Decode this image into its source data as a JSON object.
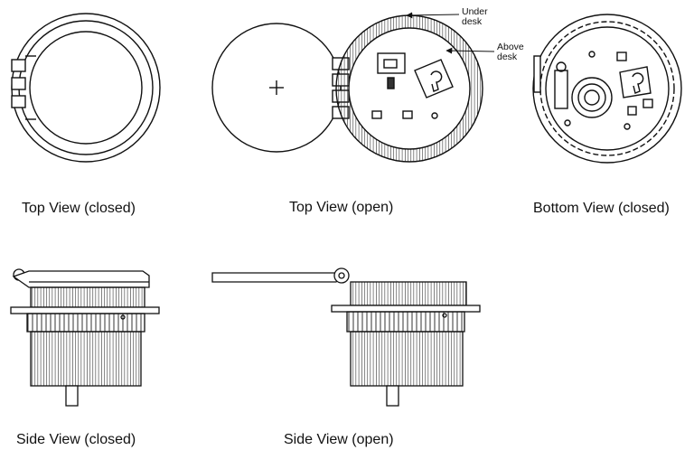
{
  "captions": {
    "top_closed": "Top View (closed)",
    "top_open": "Top View (open)",
    "bottom_closed": "Bottom View (closed)",
    "side_closed": "Side View (closed)",
    "side_open": "Side View (open)"
  },
  "annotations": {
    "under_desk_line1": "Under",
    "under_desk_line2": "desk",
    "above_desk_line1": "Above",
    "above_desk_line2": "desk"
  }
}
